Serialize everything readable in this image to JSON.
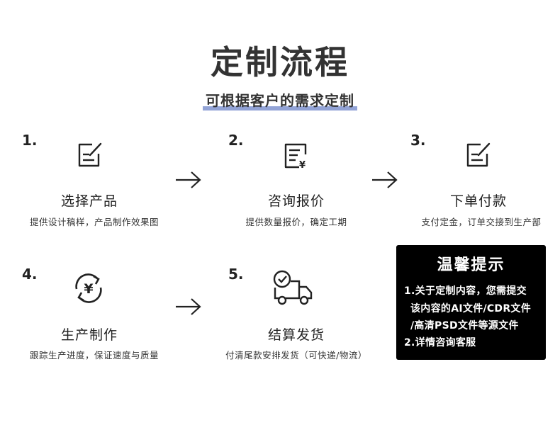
{
  "header": {
    "title": "定制流程",
    "subtitle": "可根据客户的需求定制"
  },
  "steps": [
    {
      "number": "1.",
      "name": "选择产品",
      "desc": "提供设计稿样，产品制作效果图",
      "icon": "edit-icon"
    },
    {
      "number": "2.",
      "name": "咨询报价",
      "desc": "提供数量报价，确定工期",
      "icon": "price-list-icon"
    },
    {
      "number": "3.",
      "name": "下单付款",
      "desc": "支付定金，订单交接到生产部",
      "icon": "edit-icon"
    },
    {
      "number": "4.",
      "name": "生产制作",
      "desc": "跟踪生产进度，保证速度与质量",
      "icon": "yuan-cycle-icon"
    },
    {
      "number": "5.",
      "name": "结算发货",
      "desc": "付清尾款安排发货（可快递/物流）",
      "icon": "delivery-truck-icon"
    }
  ],
  "notice": {
    "title": "温馨提示",
    "lines": [
      "1.关于定制内容，您需提交",
      "该内容的AI文件/CDR文件",
      "/高清PSD文件等源文件",
      "2.详情咨询客服"
    ]
  },
  "colors": {
    "text": "#333333",
    "underline": "#7f93cf",
    "notice_bg": "#000000",
    "notice_text": "#ffffff"
  }
}
